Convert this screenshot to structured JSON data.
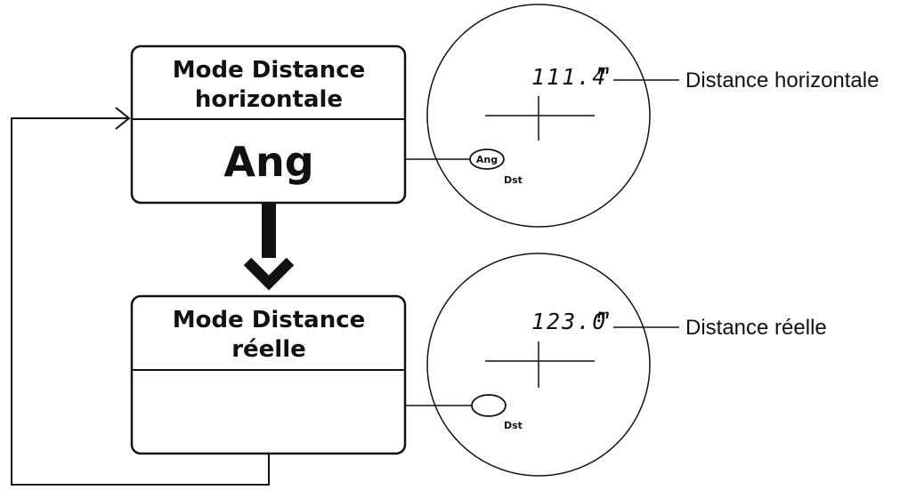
{
  "mode_horizontal": {
    "title_line1": "Mode Distance",
    "title_line2": "horizontale",
    "button_label": "Ang"
  },
  "mode_real": {
    "title_line1": "Mode Distance",
    "title_line2": "réelle"
  },
  "display_horizontal": {
    "reading": "111.4",
    "unit": "m",
    "indicator_selected": "Ang",
    "indicator_other": "Dst",
    "callout": "Distance horizontale"
  },
  "display_real": {
    "reading": "123.0",
    "unit": "m",
    "indicator_other": "Dst",
    "callout": "Distance réelle"
  }
}
